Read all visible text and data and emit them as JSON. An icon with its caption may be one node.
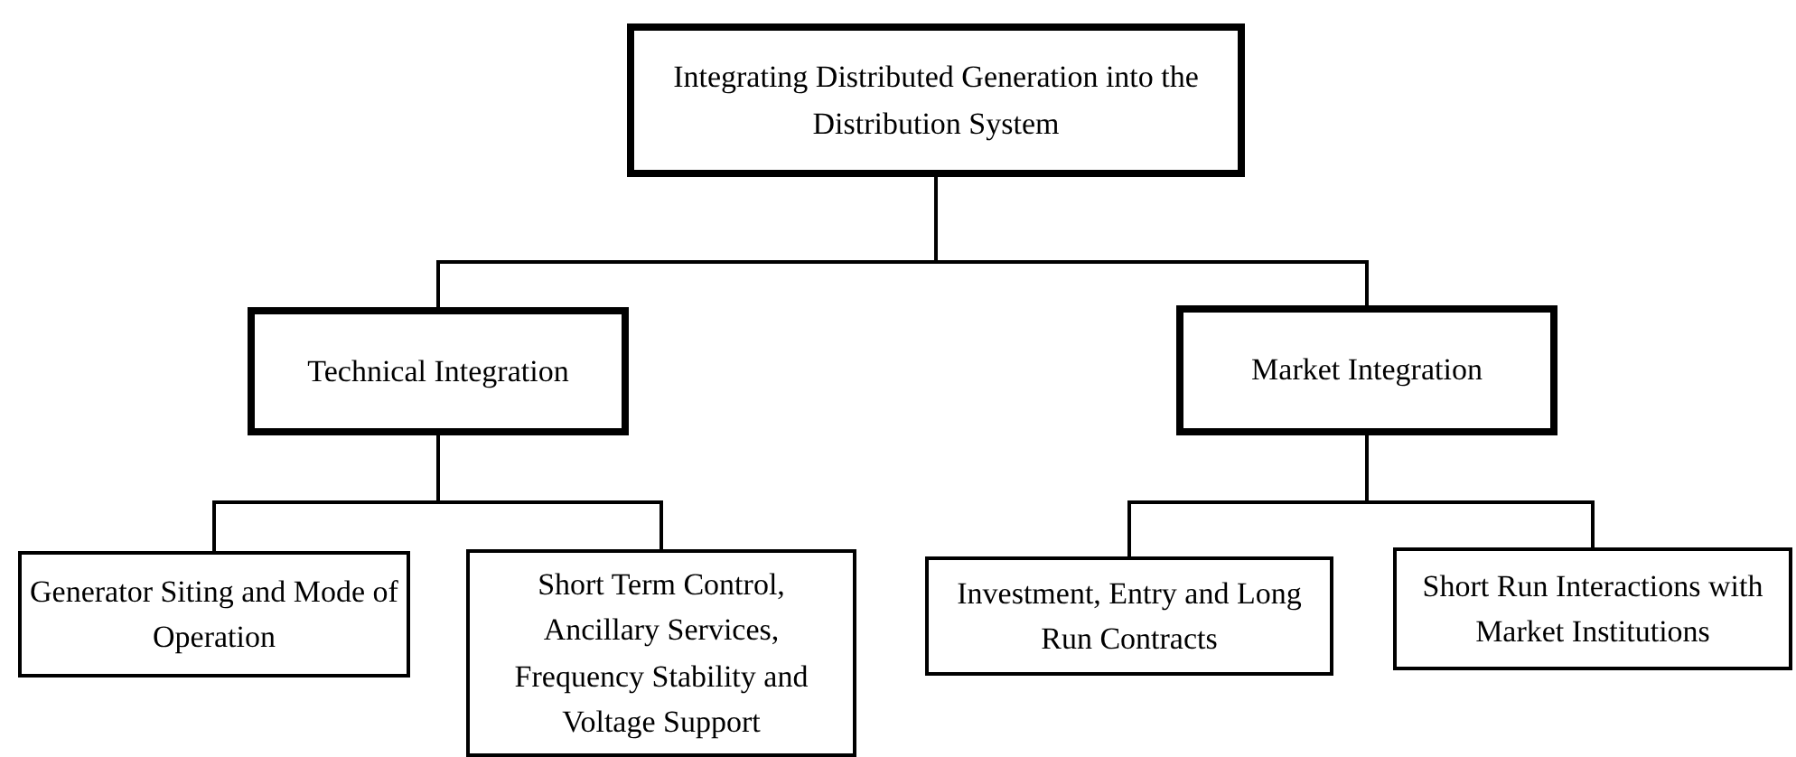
{
  "diagram": {
    "nodes": [
      {
        "text": [
          "Integrating Distributed Generation into the Distribution System"
        ]
      },
      {
        "text": [
          "Technical Integration"
        ]
      },
      {
        "text": [
          "Market Integration"
        ]
      },
      {
        "text": [
          "Generator Siting and Mode of Operation"
        ]
      },
      {
        "text": [
          "Short Term Control, Ancillary Services, Frequency Stability and Voltage Support"
        ]
      },
      {
        "text": [
          "Investment, Entry and Long Run Contracts"
        ]
      },
      {
        "text": [
          "Short Run Interactions with Market Institutions"
        ]
      }
    ],
    "edges": [
      {
        "from": 0,
        "to": 1,
        "arrow": "none"
      },
      {
        "from": 0,
        "to": 2,
        "arrow": "none"
      },
      {
        "from": 1,
        "to": 3,
        "arrow": "none"
      },
      {
        "from": 1,
        "to": 4,
        "arrow": "none"
      },
      {
        "from": 2,
        "to": 5,
        "arrow": "none"
      },
      {
        "from": 2,
        "to": 6,
        "arrow": "none"
      }
    ]
  }
}
